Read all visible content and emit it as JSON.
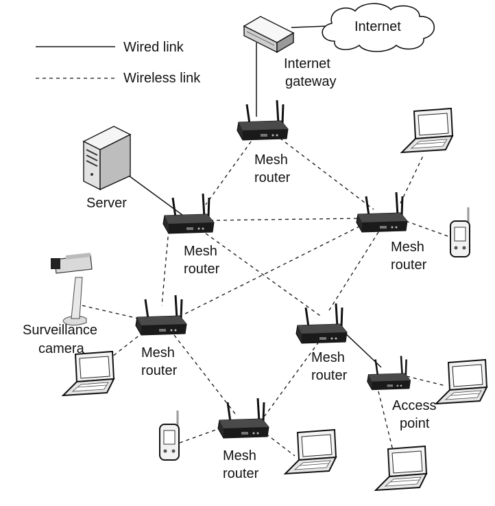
{
  "legend": {
    "wired_label": "Wired link",
    "wireless_label": "Wireless link"
  },
  "labels": {
    "internet": "Internet",
    "gateway": [
      "Internet",
      "gateway"
    ],
    "server": "Server",
    "camera": [
      "Surveillance",
      "camera"
    ],
    "access_point": [
      "Access",
      "point"
    ],
    "mesh_router": [
      "Mesh",
      "router"
    ]
  }
}
